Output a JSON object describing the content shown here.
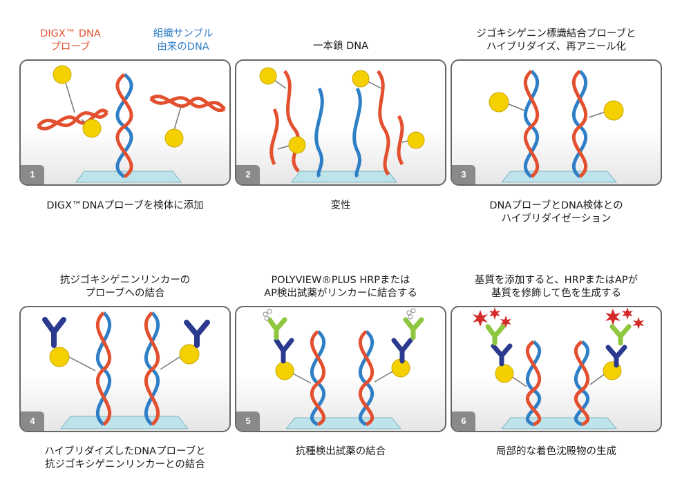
{
  "legend": {
    "probe": "DIGX™ DNA\nプローブ",
    "sample": "組織サンプル\n由来のDNA"
  },
  "steps": [
    {
      "number": "1",
      "title": "",
      "caption": "DIGX™DNAプローブを検体に添加"
    },
    {
      "number": "2",
      "title": "一本鎖 DNA",
      "caption": "変性"
    },
    {
      "number": "3",
      "title": "ジゴキシゲニン標識結合プローブと\nハイブリダイズ、再アニール化",
      "caption": "DNAプローブとDNA検体との\nハイブリダイゼーション"
    },
    {
      "number": "4",
      "title": "抗ジゴキシゲニンリンカーの\nプローブへの結合",
      "caption": "ハイブリダイズしたDNAプローブと\n抗ジゴキシゲニンリンカーとの結合"
    },
    {
      "number": "5",
      "title": "POLYVIEW®PLUS HRPまたは\nAP検出試薬がリンカーに結合する",
      "caption": "抗種検出試薬の結合"
    },
    {
      "number": "6",
      "title": "基質を添加すると、HRPまたはAPが\n基質を修飾して色を生成する",
      "caption": "局部的な着色沈殿物の生成"
    }
  ],
  "colors": {
    "probe": "#e2502f",
    "sample": "#2f7fc6",
    "label": "#f5d000",
    "linker": "#2b3a8f",
    "detector": "#8dc63f",
    "product": "#d42a2a",
    "slide": "#bfe3ea"
  }
}
